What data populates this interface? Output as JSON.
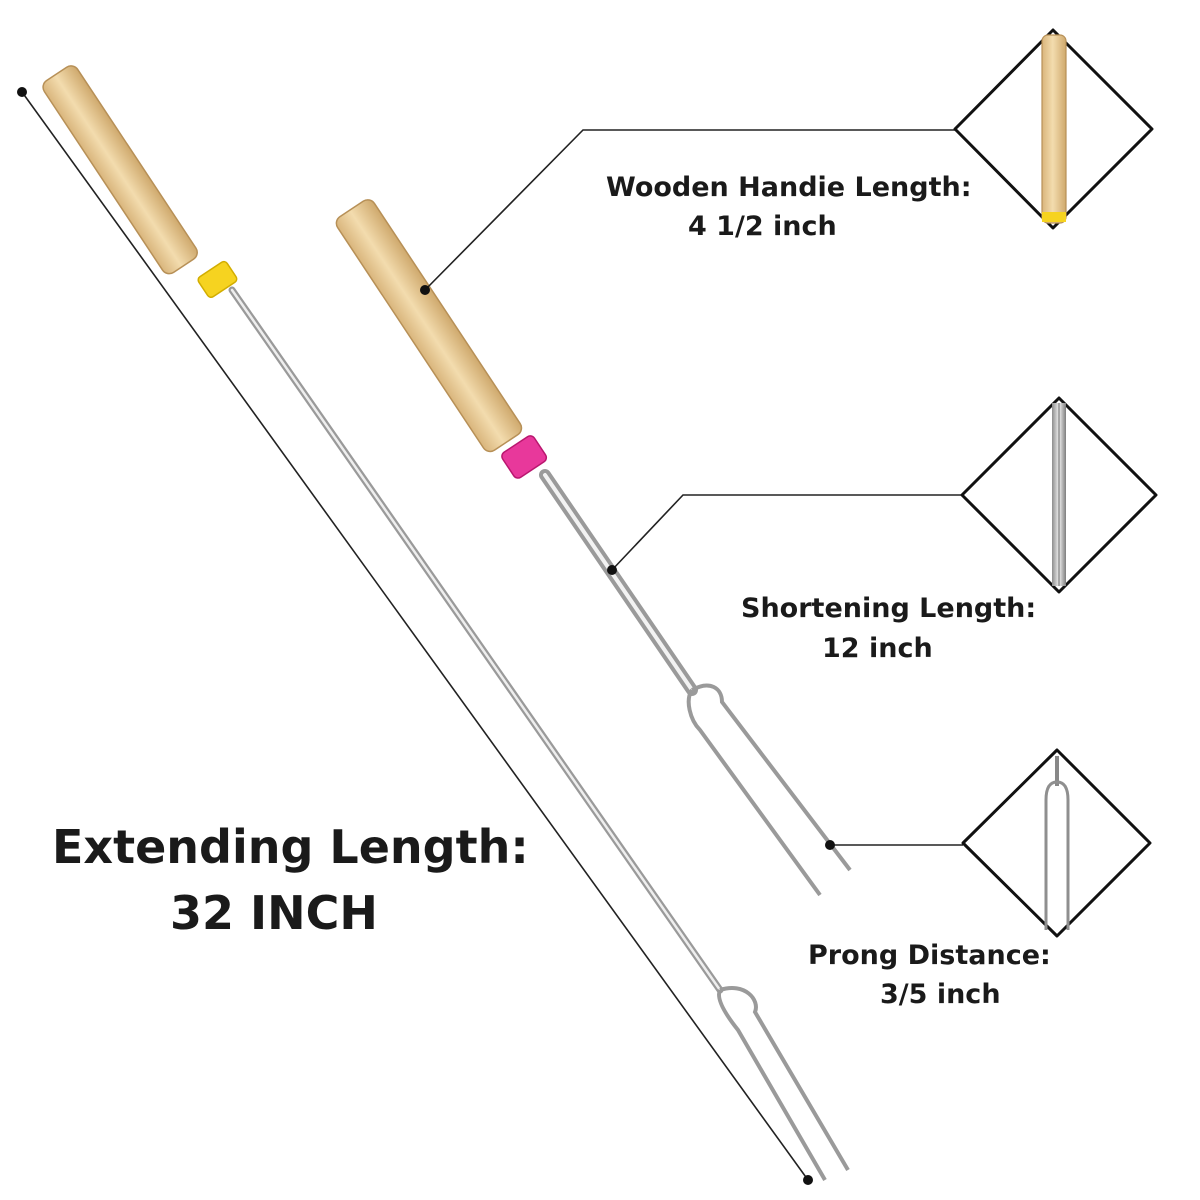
{
  "product": {
    "handle_color": "#e8cfa0",
    "steel_color": "#c9c9c9",
    "long_stick_collar_color": "#f6d320",
    "short_stick_collar_color": "#e8389b"
  },
  "extending": {
    "title": "Extending Length:",
    "value": "32 INCH"
  },
  "specs": [
    {
      "title": "Wooden Handie Length:",
      "value": "4 1/2 inch",
      "icon": "wooden-handle-detail-icon"
    },
    {
      "title": "Shortening Length:",
      "value": "12 inch",
      "icon": "telescopic-rod-detail-icon"
    },
    {
      "title": "Prong Distance:",
      "value": "3/5 inch",
      "icon": "prong-detail-icon"
    }
  ]
}
